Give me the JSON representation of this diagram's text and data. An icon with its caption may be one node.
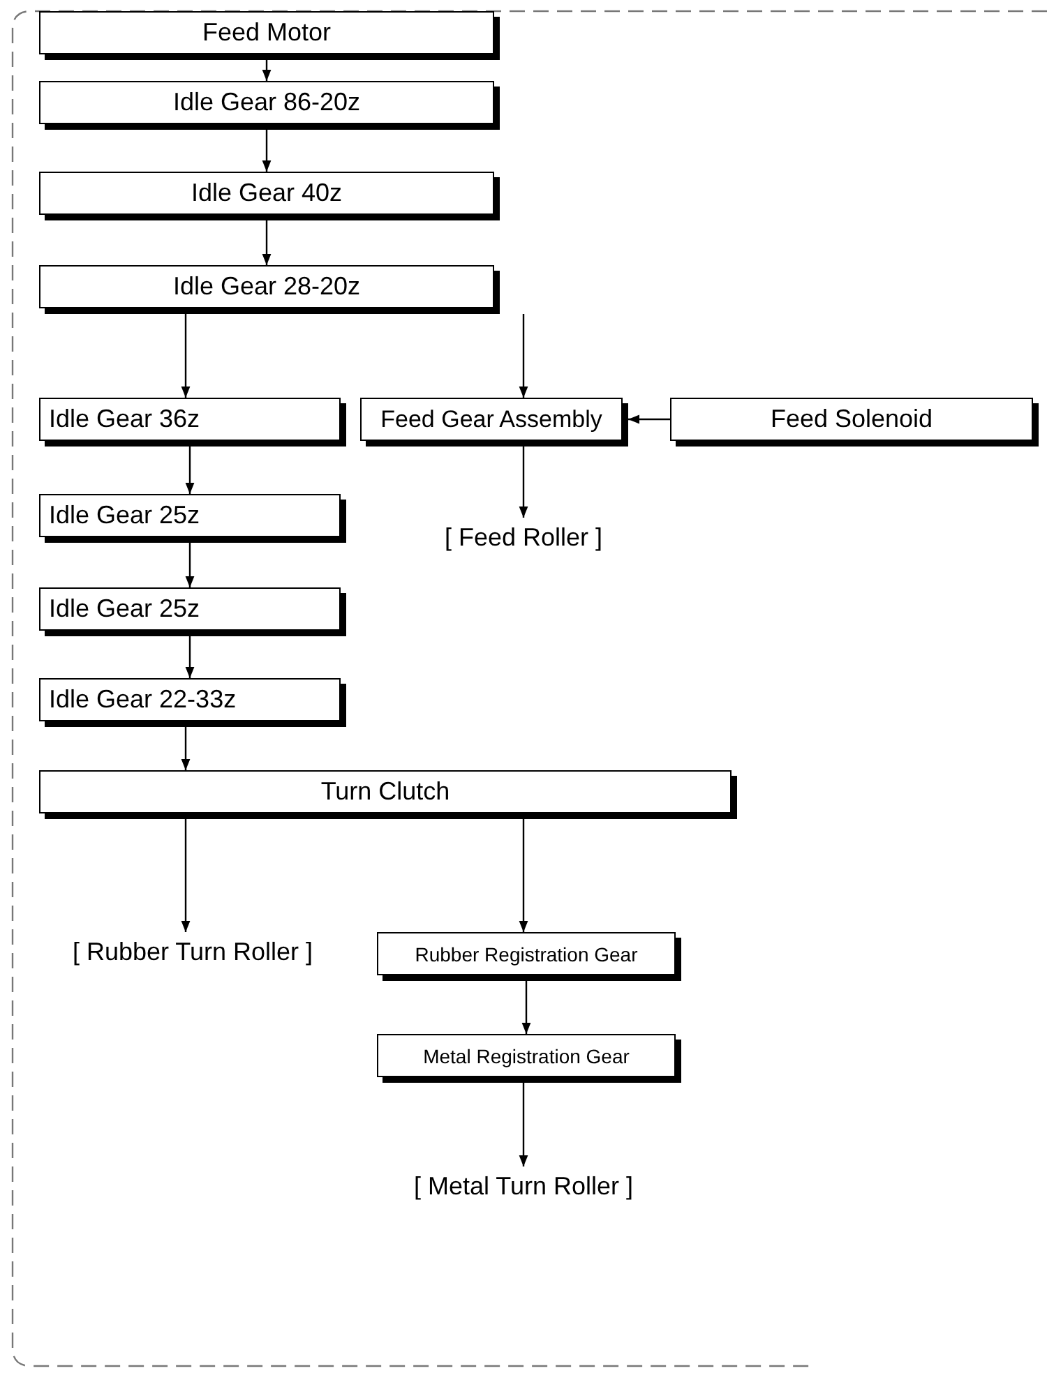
{
  "diagram": {
    "nodes": [
      {
        "text": [
          "Feed Motor"
        ]
      },
      {
        "text": [
          "Idle Gear 86-20z"
        ]
      },
      {
        "text": [
          "Idle Gear 40z"
        ]
      },
      {
        "text": [
          "Idle Gear 28-20z"
        ]
      },
      {
        "text": [
          "Idle Gear 36z"
        ]
      },
      {
        "text": [
          "Feed Gear Assembly"
        ]
      },
      {
        "text": [
          "Feed Solenoid"
        ]
      },
      {
        "text": [
          "[ Feed Roller ]"
        ]
      },
      {
        "text": [
          "Idle Gear 25z"
        ]
      },
      {
        "text": [
          "Idle Gear 25z"
        ]
      },
      {
        "text": [
          "Idle Gear 22-33z"
        ]
      },
      {
        "text": [
          "Turn Clutch"
        ]
      },
      {
        "text": [
          "[ Rubber Turn Roller ]"
        ]
      },
      {
        "text": [
          "Rubber Registration Gear"
        ]
      },
      {
        "text": [
          "Metal Registration Gear"
        ]
      },
      {
        "text": [
          "[ Metal Turn Roller ]"
        ]
      }
    ],
    "edges": [
      {
        "from": 0,
        "to": 1,
        "arrow": "to"
      },
      {
        "from": 1,
        "to": 2,
        "arrow": "to"
      },
      {
        "from": 2,
        "to": 3,
        "arrow": "to"
      },
      {
        "from": 3,
        "to": 4,
        "arrow": "to"
      },
      {
        "from": 3,
        "to": 5,
        "arrow": "to"
      },
      {
        "from": 6,
        "to": 5,
        "arrow": "to"
      },
      {
        "from": 5,
        "to": 7,
        "arrow": "to"
      },
      {
        "from": 4,
        "to": 8,
        "arrow": "to"
      },
      {
        "from": 8,
        "to": 9,
        "arrow": "to"
      },
      {
        "from": 9,
        "to": 10,
        "arrow": "to"
      },
      {
        "from": 10,
        "to": 11,
        "arrow": "to"
      },
      {
        "from": 11,
        "to": 12,
        "arrow": "to"
      },
      {
        "from": 11,
        "to": 13,
        "arrow": "to"
      },
      {
        "from": 13,
        "to": 14,
        "arrow": "to"
      },
      {
        "from": 14,
        "to": 15,
        "arrow": "to"
      }
    ]
  }
}
